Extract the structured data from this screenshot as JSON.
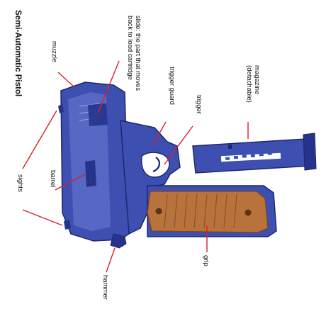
{
  "diagram": {
    "title": "Semi-Automatic Pistol",
    "labels": {
      "muzzle": "muzzle",
      "slide_line1": "slide: the part that moves",
      "slide_line2": "back to load cartridge",
      "trigger_guard": "trigger guard",
      "trigger": "trigger",
      "magazine_line1": "magazine",
      "magazine_line2": "(detachable)",
      "barrel": "barrel",
      "sights": "sights",
      "grip": "grip",
      "hammer": "hammer"
    },
    "colors": {
      "frame": "#3d4fb0",
      "frame_dark": "#26338a",
      "frame_light": "#7e8bd6",
      "grip": "#b8733d",
      "grip_dark": "#7a4420",
      "leader": "#d8202a"
    }
  }
}
